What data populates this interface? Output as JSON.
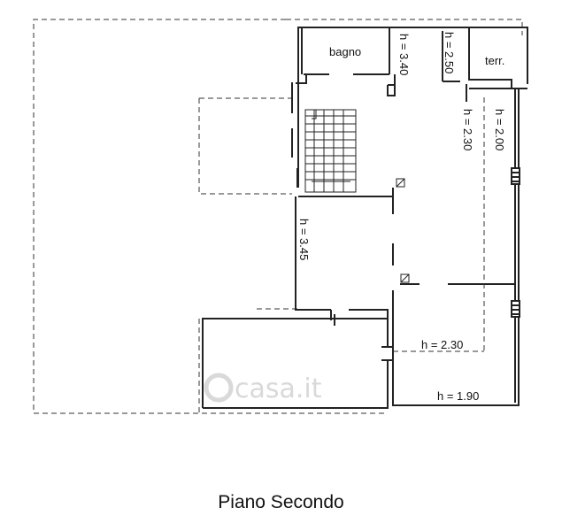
{
  "rooms": {
    "bagno": "bagno",
    "terr": "terr."
  },
  "heights": {
    "h340": "h = 3.40",
    "h250": "h = 2.50",
    "h230_top": "h = 2.30",
    "h200": "h = 2.00",
    "h345": "h = 3.45",
    "h230_low": "h = 2.30",
    "h190": "h = 1.90"
  },
  "watermark": "casa.it",
  "caption": "Piano Secondo"
}
